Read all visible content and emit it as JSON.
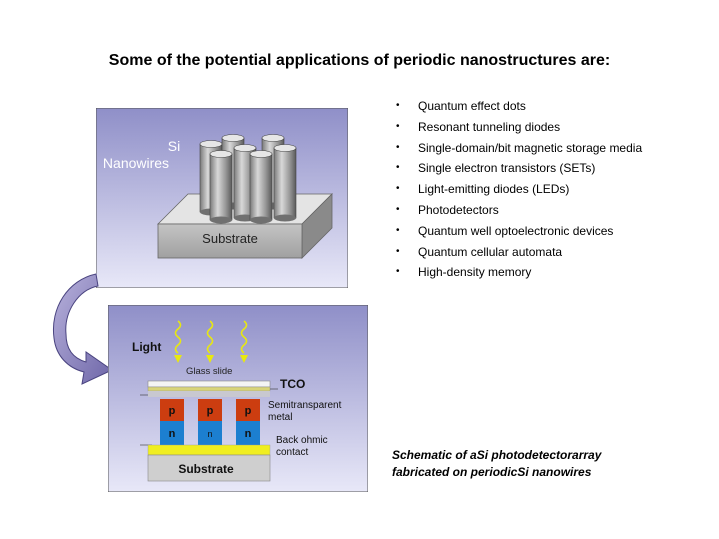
{
  "slide": {
    "title": "Some of the potential applications of periodic nanostructures are:",
    "applications": [
      "Quantum effect dots",
      "Resonant tunneling diodes",
      "Single-domain/bit magnetic storage media",
      "Single electron transistors (SETs)",
      "Light-emitting diodes (LEDs)",
      "Photodetectors",
      "Quantum well optoelectronic devices",
      "Quantum cellular automata",
      "High-density memory"
    ],
    "caption_line1": "Schematic of aSi photodetectorarray",
    "caption_line2": "fabricated on periodicSi nanowires"
  },
  "nanowire_figure": {
    "label_line1": "Si",
    "label_line2": "Nanowires",
    "substrate_label": "Substrate"
  },
  "detector_figure": {
    "light_label": "Light",
    "glass_label": "Glass slide",
    "tco_label": "TCO",
    "p_label": "p",
    "n_label": "n",
    "metal_label_line1": "Semitransparent",
    "metal_label_line2": "metal",
    "ohmic_label_line1": "Back ohmic",
    "ohmic_label_line2": "contact",
    "substrate_label": "Substrate"
  },
  "colors": {
    "panel_top": "#8f8fc8",
    "panel_bottom": "#e6e6f6",
    "p_layer": "#cc3d10",
    "n_layer": "#1c7fd0",
    "back_contact": "#f0ee20",
    "light_wave": "#e8e810",
    "arrow": "#8c84c0"
  }
}
